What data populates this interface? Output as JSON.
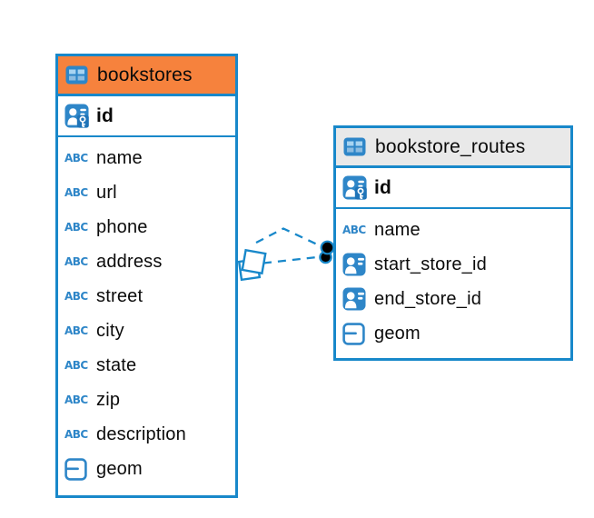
{
  "colors": {
    "accent_blue": "#1888CA",
    "icon_blue": "#2E86C8",
    "icon_light_blue": "#A8D4F1",
    "header_orange": "#F6823D",
    "header_gray": "#E9E9E9",
    "text": "#0B0B0B",
    "relationship_dot": "#000000"
  },
  "tables": [
    {
      "name": "bookstores",
      "header_style": "orange",
      "header_icon": "table-icon",
      "key_columns": [
        {
          "name": "id",
          "icon": "primary-key-icon"
        }
      ],
      "columns": [
        {
          "name": "name",
          "icon": "text-icon"
        },
        {
          "name": "url",
          "icon": "text-icon"
        },
        {
          "name": "phone",
          "icon": "text-icon"
        },
        {
          "name": "address",
          "icon": "text-icon"
        },
        {
          "name": "street",
          "icon": "text-icon"
        },
        {
          "name": "city",
          "icon": "text-icon"
        },
        {
          "name": "state",
          "icon": "text-icon"
        },
        {
          "name": "zip",
          "icon": "text-icon"
        },
        {
          "name": "description",
          "icon": "text-icon"
        },
        {
          "name": "geom",
          "icon": "geometry-icon"
        }
      ]
    },
    {
      "name": "bookstore_routes",
      "header_style": "gray",
      "header_icon": "table-icon",
      "key_columns": [
        {
          "name": "id",
          "icon": "primary-key-icon"
        }
      ],
      "columns": [
        {
          "name": "name",
          "icon": "text-icon"
        },
        {
          "name": "start_store_id",
          "icon": "foreign-key-icon"
        },
        {
          "name": "end_store_id",
          "icon": "foreign-key-icon"
        },
        {
          "name": "geom",
          "icon": "geometry-icon"
        }
      ]
    }
  ],
  "relationships": [
    {
      "from_table": "bookstores",
      "from_column": "id",
      "to_table": "bookstore_routes",
      "to_column": "start_store_id",
      "line_style": "dashed",
      "source_marker": "diamond",
      "target_marker": "dot"
    },
    {
      "from_table": "bookstores",
      "from_column": "id",
      "to_table": "bookstore_routes",
      "to_column": "end_store_id",
      "line_style": "dashed",
      "source_marker": "diamond",
      "target_marker": "dot"
    }
  ]
}
